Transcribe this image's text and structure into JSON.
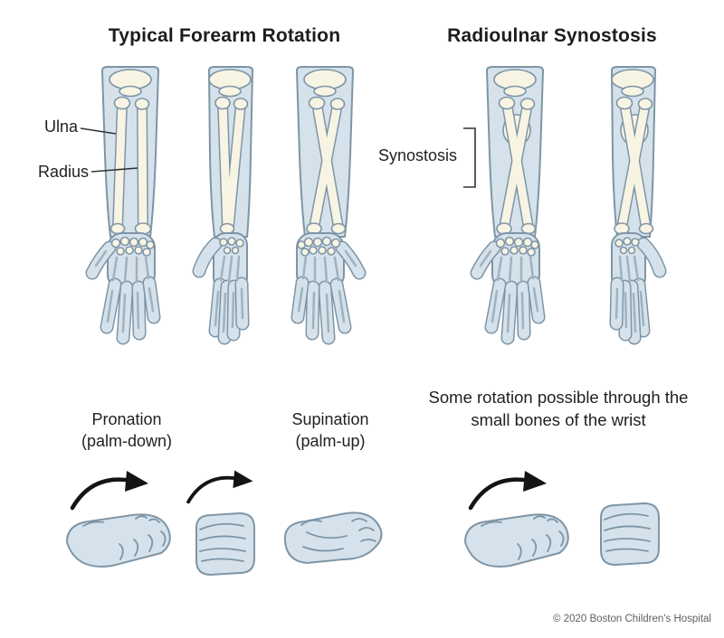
{
  "headings": {
    "typical": "Typical Forearm Rotation",
    "synostosis": "Radioulnar Synostosis"
  },
  "labels": {
    "ulna": "Ulna",
    "radius": "Radius",
    "synostosis": "Synostosis",
    "pronation": "Pronation\n(palm-down)",
    "supination": "Supination\n(palm-up)",
    "rotation_note": "Some rotation possible through the small bones of the wrist"
  },
  "footer": {
    "copyright": "© 2020 Boston Children's Hospital"
  },
  "colors": {
    "skin": "#d5e2eb",
    "bone": "#f8f4e3",
    "outline": "#7e95a6",
    "text": "#231f20"
  }
}
